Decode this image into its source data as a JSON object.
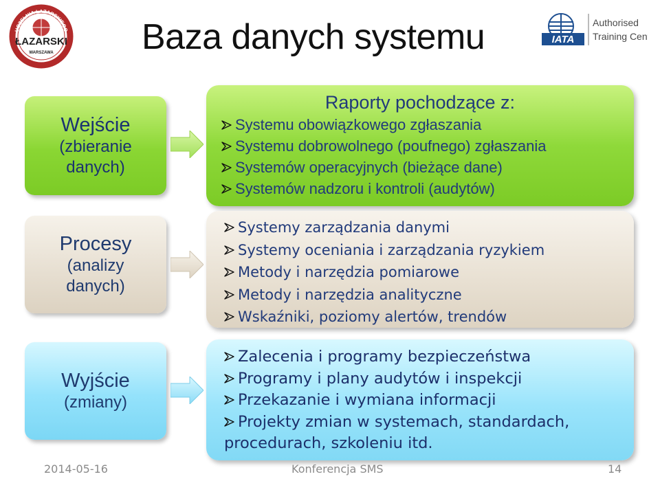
{
  "title": "Baza danych systemu",
  "logos": {
    "lazarski": {
      "top_text": "UCZELNIA ŁAZARSKIEGO",
      "name": "ŁAZARSKI",
      "city": "WARSZAWA"
    },
    "iata": {
      "name": "IATA",
      "caption_line1": "Authorised",
      "caption_line2": "Training Center"
    }
  },
  "left_boxes": [
    {
      "title": "Wejście",
      "line2": "(zbieranie",
      "line3": "danych)",
      "color": "#8ad633"
    },
    {
      "title": "Procesy",
      "line2": "(analizy",
      "line3": "danych)",
      "color": "#e6ded0"
    },
    {
      "title": "Wyjście",
      "line2": "(zmiany)",
      "color": "#94e2fb"
    }
  ],
  "right_boxes": {
    "inputs": {
      "heading": "Raporty pochodzące z:",
      "items": [
        "Systemu obowiązkowego zgłaszania",
        "Systemu dobrowolnego (poufnego) zgłaszania",
        "Systemów operacyjnych (bieżące dane)",
        "Systemów nadzoru i kontroli (audytów)"
      ]
    },
    "processes": {
      "items": [
        "Systemy zarządzania danymi",
        "Systemy oceniania i zarządzania ryzykiem",
        "Metody i narzędzia pomiarowe",
        "Metody i narzędzia analityczne",
        "Wskaźniki, poziomy alertów, trendów"
      ]
    },
    "outputs": {
      "items": [
        "Zalecenia i programy bezpieczeństwa",
        "Programy i plany audytów i inspekcji",
        "Przekazanie i wymiana informacji",
        "Projekty zmian w systemach, standardach, procedurach, szkoleniu itd."
      ]
    }
  },
  "footer": {
    "date": "2014-05-16",
    "event": "Konferencja SMS",
    "page": "14"
  },
  "icons": {
    "bullet": "arrowhead-bullet-icon",
    "arrow": "right-arrow-icon"
  }
}
